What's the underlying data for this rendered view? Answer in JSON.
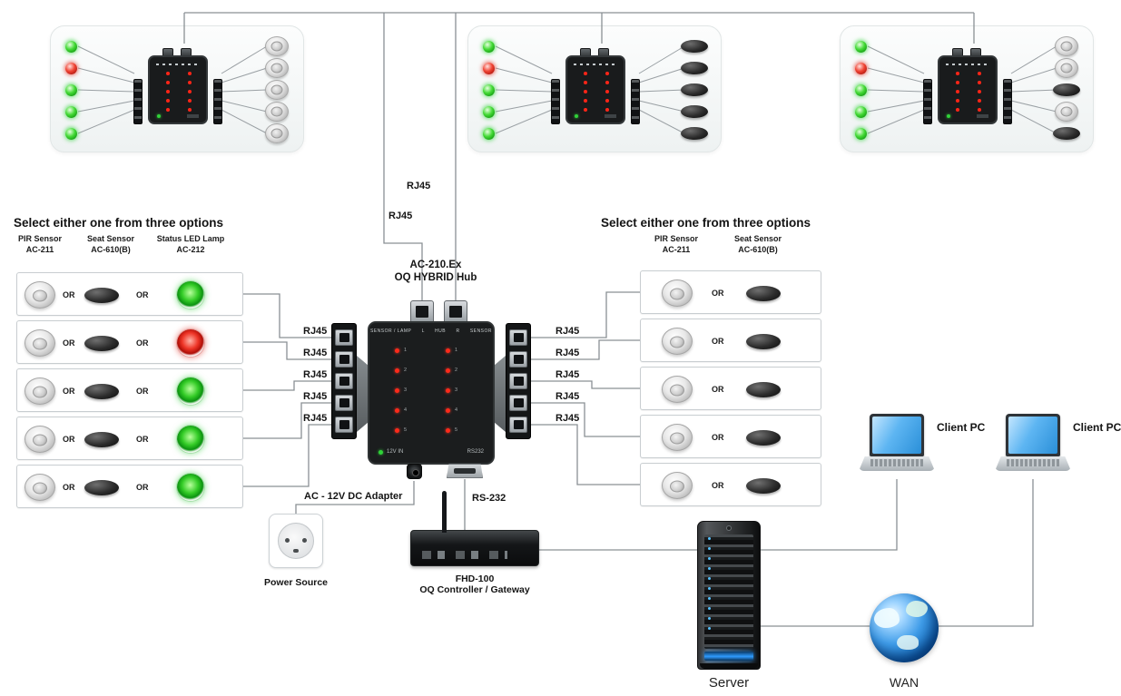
{
  "options_title": "Select either one from three options",
  "or_label": "OR",
  "rj45_label": "RJ45",
  "headers": {
    "pir_line1": "PIR Sensor",
    "pir_line2": "AC-211",
    "seat_line1": "Seat Sensor",
    "seat_line2": "AC-610(B)",
    "lamp_line1": "Status LED Lamp",
    "lamp_line2": "AC-212"
  },
  "left_panel": {
    "lamp_colors": [
      "green",
      "red",
      "green",
      "green",
      "green"
    ]
  },
  "clusters": {
    "led_colors": [
      "green",
      "red",
      "green",
      "green",
      "green"
    ],
    "devices": [
      [
        "dome",
        "dome",
        "dome",
        "dome",
        "dome"
      ],
      [
        "oval",
        "oval",
        "oval",
        "oval",
        "oval"
      ],
      [
        "dome",
        "dome",
        "oval",
        "dome",
        "oval"
      ]
    ]
  },
  "hub": {
    "model": "AC-210.Ex",
    "name": "OQ HYBRID Hub",
    "face_top": "SENSOR / LAMP      L      HUB      R      SENSOR",
    "nums": [
      "1",
      "2",
      "3",
      "4",
      "5"
    ],
    "power_label": "12V IN",
    "rs232_label": "RS232"
  },
  "bottom": {
    "dc_adapter_label": "AC - 12V DC Adapter",
    "rs232_cable_label": "RS-232",
    "power_source_label": "Power Source",
    "controller_model": "FHD-100",
    "controller_name": "OQ Controller / Gateway",
    "server_label": "Server",
    "wan_label": "WAN",
    "client_pc_label": "Client PC"
  },
  "colors": {
    "led_green": "#2fc824",
    "led_red": "#ee3527",
    "wire": "#8a9094",
    "screen_blue": "#5db5f2"
  }
}
